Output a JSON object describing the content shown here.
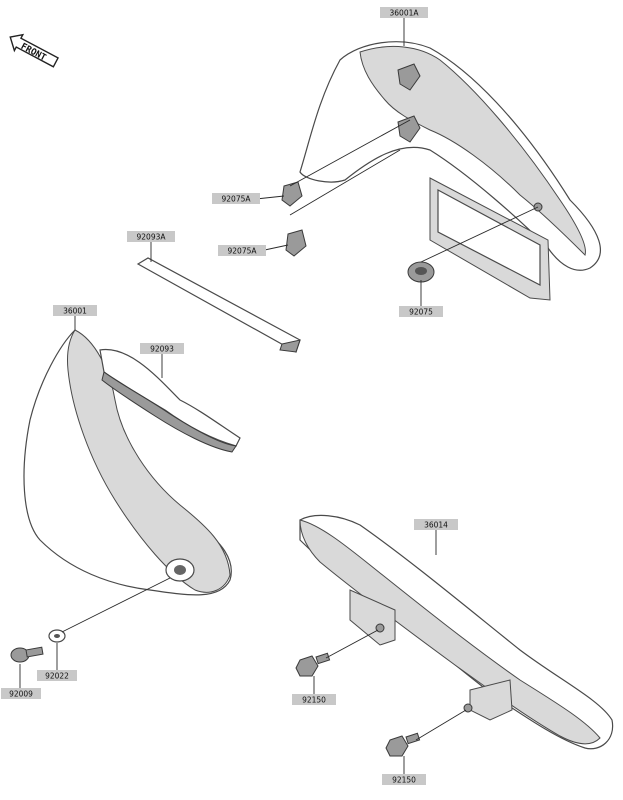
{
  "front_marker": "FRONT",
  "labels": {
    "cover_right_upper": "36001A",
    "clip_upper": "92075A",
    "clip_lower": "92075A",
    "strip_upper": "92093A",
    "grommet": "92075",
    "cover_left": "36001",
    "strip_lower": "92093",
    "cover_right_lower": "36014",
    "bolt_left": "92009",
    "washer": "92022",
    "bolt_right_upper": "92150",
    "bolt_right_lower": "92150"
  }
}
